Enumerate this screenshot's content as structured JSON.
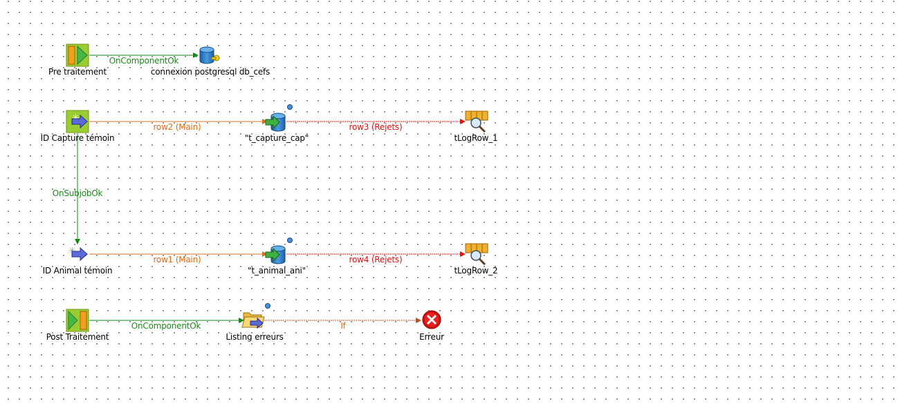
{
  "components": {
    "pre_traitement": "Pre traitement",
    "connexion": "connexion postgresql db_cefs",
    "id_capture": "ID Capture témoin",
    "t_capture_cap": "\"t_capture_cap\"",
    "tlogrow_1": "tLogRow_1",
    "id_animal": "ID Animal témoin",
    "t_animal_ani": "\"t_animal_ani\"",
    "tlogrow_2": "tLogRow_2",
    "post_traitement": "Post Traitement",
    "listing_erreurs": "Listing erreurs",
    "erreur": "Erreur"
  },
  "links": {
    "on_component_ok_1": "OnComponentOk",
    "row2": "row2 (Main)",
    "row3": "row3 (Rejets)",
    "on_subjob_ok": "OnSubjobOk",
    "row1": "row1 (Main)",
    "row4": "row4 (Rejets)",
    "on_component_ok_2": "OnComponentOk",
    "if_link": "If"
  },
  "colors": {
    "trigger": "#148a14",
    "main": "#e07020",
    "reject": "#e81010",
    "if": "#c05020"
  }
}
